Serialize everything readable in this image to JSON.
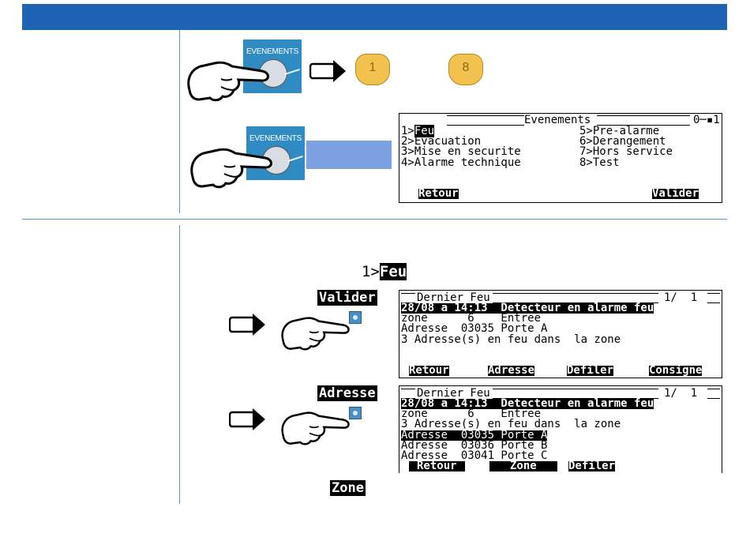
{
  "header": {
    "bar_color": "#1f63b5"
  },
  "step1": {
    "key_label": "EVENEMENTS",
    "num_keys": [
      "1",
      "8"
    ],
    "lcd": {
      "title": "Evenements",
      "lock": "0─▪1",
      "left_items": [
        "1>",
        "2>Evacuation",
        "3>Mise en securite",
        "4>Alarme technique"
      ],
      "feu_selected": "Feu",
      "right_items": [
        "5>Pre-alarme",
        "6>Derangement",
        "7>Hors service",
        "8>Test"
      ],
      "soft_left": "Retour",
      "soft_right": "Valider"
    }
  },
  "step2": {
    "caption_prefix": "1>",
    "caption_selected": "Feu",
    "valider_label": "Valider",
    "adresse_label": "Adresse",
    "zone_label": "Zone",
    "lcd1": {
      "title": "Dernier Feu",
      "page": "1/  1",
      "line1": "28/08 a 14:13  Detecteur en alarme feu",
      "line2": "zone      6    Entree",
      "line3": "Adresse  03035 Porte A",
      "line4": "3 Adresse(s) en feu dans  la zone",
      "soft": [
        "Retour",
        "Adresse",
        "Defiler",
        "Consigne"
      ]
    },
    "lcd2": {
      "title": "Dernier Feu",
      "page": "1/  1",
      "line1": "28/08 a 14:13  Detecteur en alarme feu",
      "line2": "zone      6    Entree",
      "line3": "3 Adresse(s) en feu dans  la zone",
      "line4": "Adresse  03035 Porte A",
      "line5": "Adresse  03036 Porte B",
      "line6": "Adresse  03041 Porte C",
      "soft": [
        "Retour",
        "Zone",
        "Defiler"
      ]
    }
  }
}
